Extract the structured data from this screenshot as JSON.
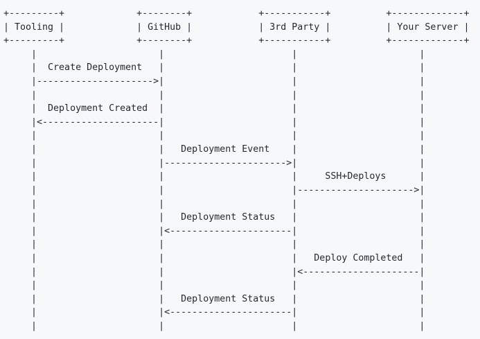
{
  "diagram": {
    "lines": [
      "+---------+             +--------+            +-----------+          +-------------+",
      "| Tooling |             | GitHub |            | 3rd Party |          | Your Server |",
      "+---------+             +--------+            +-----------+          +-------------+",
      "     |                      |                       |                      |",
      "     |  Create Deployment   |                       |                      |",
      "     |--------------------->|                       |                      |",
      "     |                      |                       |                      |",
      "     |  Deployment Created  |                       |                      |",
      "     |<---------------------|                       |                      |",
      "     |                      |                       |                      |",
      "     |                      |   Deployment Event    |                      |",
      "     |                      |---------------------->|                      |",
      "     |                      |                       |     SSH+Deploys      |",
      "     |                      |                       |--------------------->|",
      "     |                      |                       |                      |",
      "     |                      |   Deployment Status   |                      |",
      "     |                      |<----------------------|                      |",
      "     |                      |                       |                      |",
      "     |                      |                       |   Deploy Completed   |",
      "     |                      |                       |<---------------------|",
      "     |                      |                       |                      |",
      "     |                      |   Deployment Status   |                      |",
      "     |                      |<----------------------|                      |",
      "     |                      |                       |                      |"
    ]
  }
}
